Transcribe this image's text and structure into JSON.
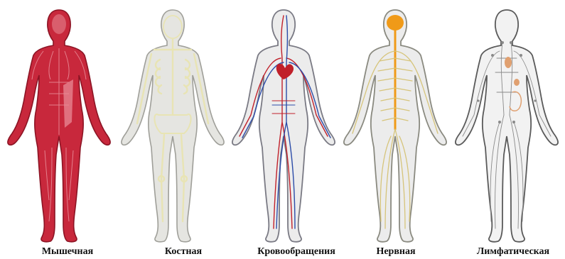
{
  "figures": [
    {
      "key": "muscular",
      "label": "Мышечная",
      "fill": "#c8283c",
      "stroke": "#8c1424",
      "detail": "#e88a96"
    },
    {
      "key": "skeletal",
      "label": "Костная",
      "fill": "#e4e4e0",
      "stroke": "#9a9a94",
      "detail": "#e8e4b4"
    },
    {
      "key": "circulatory",
      "label": "Кровообращения",
      "fill": "#ececec",
      "stroke": "#7a7a84",
      "detail": "#c0202a",
      "detail2": "#2c4ca8"
    },
    {
      "key": "nervous",
      "label": "Нервная",
      "fill": "#ececec",
      "stroke": "#8a8a80",
      "detail": "#d6c47a",
      "detail2": "#f09a18"
    },
    {
      "key": "lymphatic",
      "label": "Лимфатическая",
      "fill": "#f2f2f2",
      "stroke": "#5a5a5a",
      "detail": "#8a8a8a",
      "detail2": "#e0a070"
    }
  ]
}
